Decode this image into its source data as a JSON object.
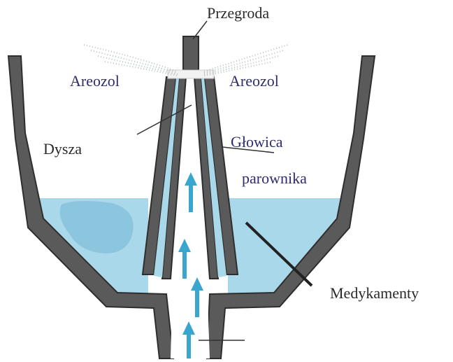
{
  "labels": {
    "przegroda": "Przegroda",
    "areozol_left": "Areozol",
    "areozol_right": "Areozol",
    "dysza": "Dysza",
    "glowica": "Głowica",
    "parownika": "parownika",
    "medykamenty": "Medykamenty"
  },
  "colors": {
    "wall": "#5a5a5a",
    "wall_edge": "#2e2e2e",
    "liquid": "#a9d8ea",
    "liquid_dark": "#8cc6de",
    "arrow": "#3aa6cf",
    "spray": "#b8c0c0",
    "leader": "#333333"
  }
}
